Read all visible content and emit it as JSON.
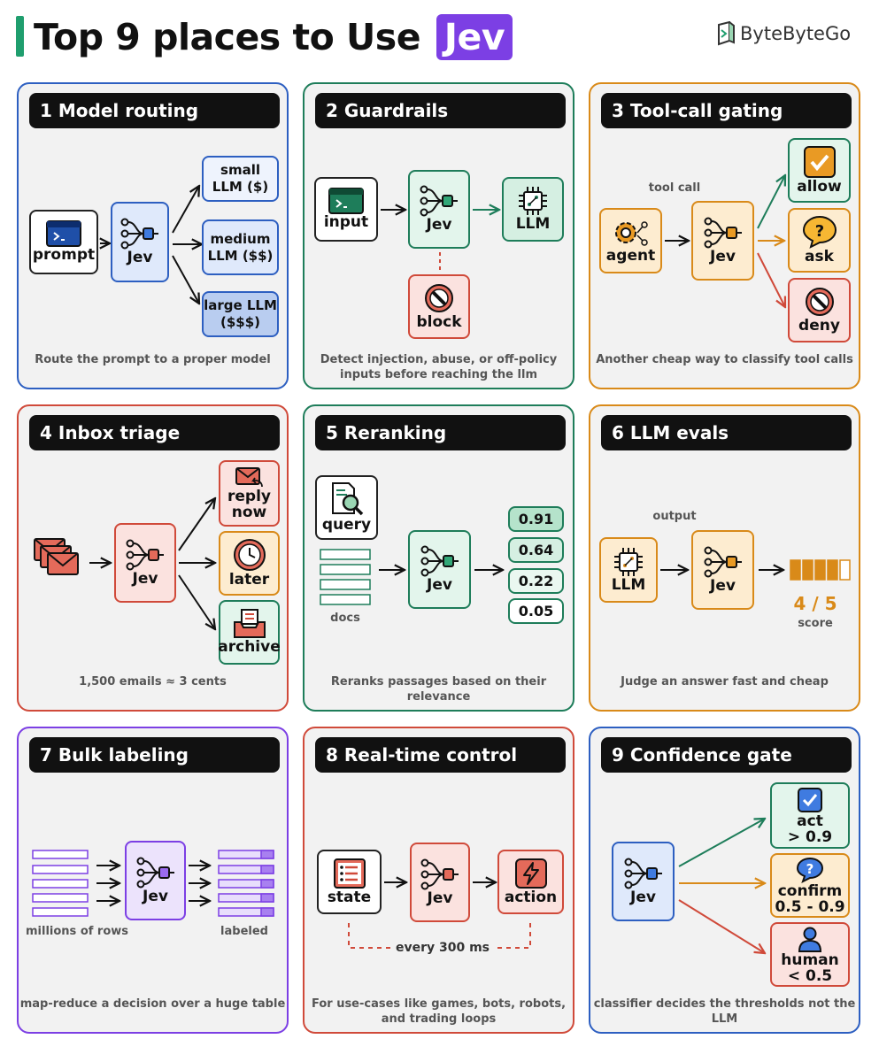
{
  "header": {
    "title": "Top 9 places to Use",
    "title_highlight": "Jev",
    "brand": "ByteByteGo"
  },
  "jev_label": "Jev",
  "panels": [
    {
      "heading": "1 Model routing",
      "input_label": "prompt",
      "outputs": [
        "small LLM ($)",
        "medium LLM ($$)",
        "large LLM ($$$)"
      ],
      "caption": "Route the prompt to a proper model"
    },
    {
      "heading": "2 Guardrails",
      "input_label": "input",
      "pass_label": "LLM",
      "block_label": "block",
      "caption": "Detect injection, abuse, or off-policy inputs before reaching the llm"
    },
    {
      "heading": "3 Tool-call gating",
      "input_label": "agent",
      "annotation": "tool call",
      "outputs": [
        "allow",
        "ask",
        "deny"
      ],
      "caption": "Another cheap way to classify tool calls"
    },
    {
      "heading": "4 Inbox triage",
      "outputs": [
        "reply now",
        "later",
        "archive"
      ],
      "caption": "1,500 emails ≈ 3 cents"
    },
    {
      "heading": "5 Reranking",
      "query_label": "query",
      "docs_label": "docs",
      "scores": [
        "0.91",
        "0.64",
        "0.22",
        "0.05"
      ],
      "caption": "Reranks passages based on their relevance"
    },
    {
      "heading": "6 LLM evals",
      "input_label": "LLM",
      "annotation": "output",
      "score_value": "4 / 5",
      "score_label": "score",
      "score_fraction": 0.8,
      "caption": "Judge an answer fast and cheap"
    },
    {
      "heading": "7 Bulk labeling",
      "rows_label": "millions of rows",
      "labeled_label": "labeled",
      "caption": "map-reduce a decision over a huge table"
    },
    {
      "heading": "8 Real-time control",
      "input_label": "state",
      "output_label": "action",
      "loop_label": "every 300 ms",
      "caption": "For use-cases like games, bots, robots, and trading loops"
    },
    {
      "heading": "9 Confidence gate",
      "outputs": [
        {
          "label": "act",
          "range": "> 0.9"
        },
        {
          "label": "confirm",
          "range": "0.5 - 0.9"
        },
        {
          "label": "human",
          "range": "< 0.5"
        }
      ],
      "caption": "classifier decides the thresholds not the LLM"
    }
  ],
  "colors": {
    "blue": "#2d5fc1",
    "green": "#1e7d5a",
    "orange": "#d98a19",
    "red": "#d04a3a",
    "purple": "#7c3fe4"
  }
}
